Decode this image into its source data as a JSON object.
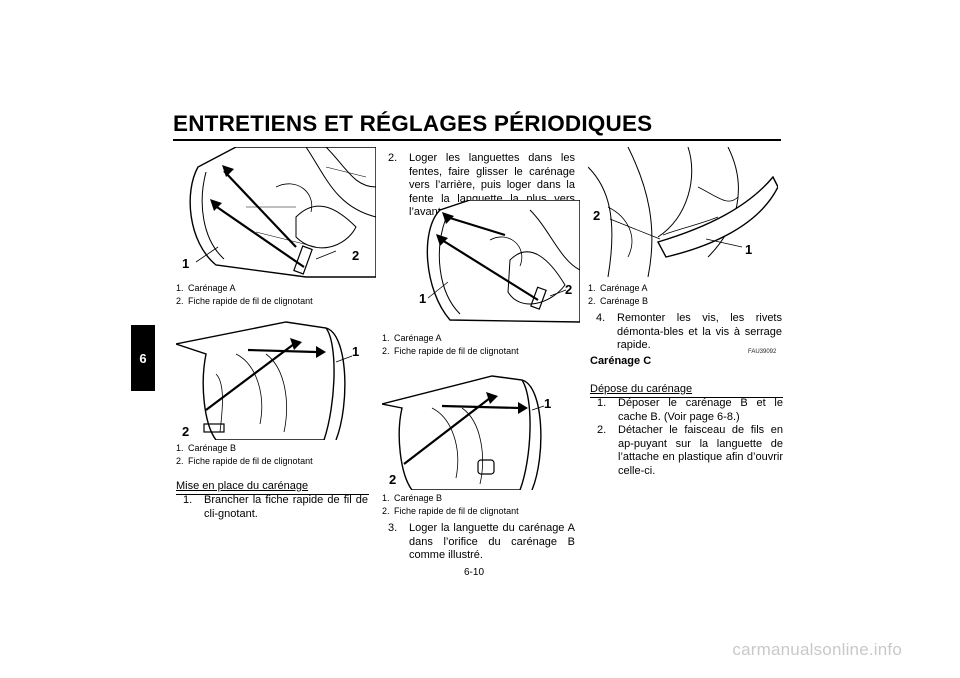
{
  "header": {
    "title": "ENTRETIENS ET RÉGLAGES PÉRIODIQUES",
    "chapter_tab": "6"
  },
  "col1": {
    "fig1": {
      "callout1": "1",
      "callout2": "2",
      "captions": [
        {
          "num": "1.",
          "text": "Carénage A"
        },
        {
          "num": "2.",
          "text": "Fiche rapide de fil de clignotant"
        }
      ]
    },
    "fig2": {
      "callout1": "1",
      "callout2": "2",
      "captions": [
        {
          "num": "1.",
          "text": "Carénage B"
        },
        {
          "num": "2.",
          "text": "Fiche rapide de fil de clignotant"
        }
      ]
    },
    "section_title": "Mise en place du carénage",
    "steps": [
      {
        "num": "1.",
        "text": "Brancher la fiche rapide de fil de cli-gnotant."
      }
    ]
  },
  "col2": {
    "steps_top": [
      {
        "num": "2.",
        "text": "Loger les languettes dans les fentes, faire glisser le carénage vers l’arrière, puis loger dans la fente la languette la plus vers l’avant."
      }
    ],
    "fig3": {
      "callout1": "1",
      "callout2": "2",
      "captions": [
        {
          "num": "1.",
          "text": "Carénage A"
        },
        {
          "num": "2.",
          "text": "Fiche rapide de fil de clignotant"
        }
      ]
    },
    "fig4": {
      "callout1": "1",
      "callout2": "2",
      "captions": [
        {
          "num": "1.",
          "text": "Carénage B"
        },
        {
          "num": "2.",
          "text": "Fiche rapide de fil de clignotant"
        }
      ]
    },
    "steps_bottom": [
      {
        "num": "3.",
        "text": "Loger la languette du carénage A dans l’orifice du carénage B comme illustré."
      }
    ],
    "page_number": "6-10"
  },
  "col3": {
    "fig5": {
      "callout1": "1",
      "callout2": "2",
      "captions": [
        {
          "num": "1.",
          "text": "Carénage A"
        },
        {
          "num": "2.",
          "text": "Carénage B"
        }
      ]
    },
    "steps_top": [
      {
        "num": "4.",
        "text": "Remonter les vis, les rivets démonta-bles et la vis à serrage rapide."
      }
    ],
    "code": "FAU39092",
    "heading": "Carénage C",
    "section_title": "Dépose du carénage",
    "steps": [
      {
        "num": "1.",
        "text": "Déposer le carénage B et le cache B. (Voir page 6-8.)"
      },
      {
        "num": "2.",
        "text": "Détacher le faisceau de fils en ap-puyant sur la languette de l’attache en plastique afin d’ouvrir celle-ci."
      }
    ]
  },
  "footer": {
    "watermark": "carmanualsonline.info"
  }
}
